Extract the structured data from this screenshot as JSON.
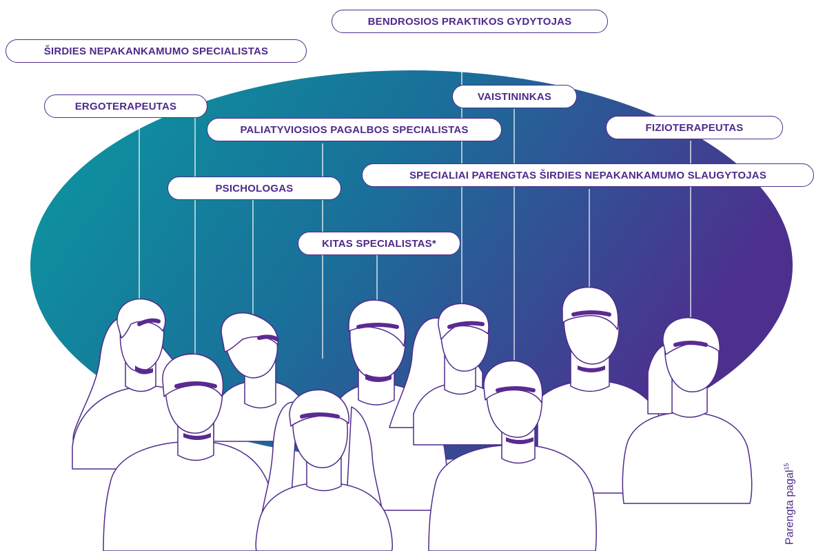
{
  "colors": {
    "gradient_start": "#0a9aa0",
    "gradient_end": "#4d2f8e",
    "line": "#ffffff",
    "outline": "#4f2a8a",
    "text": "#4f2a8a"
  },
  "labels": {
    "heart_failure_specialist": "ŠIRDIES NEPAKANKAMUMO SPECIALISTAS",
    "general_practitioner": "BENDROSIOS PRAKTIKOS GYDYTOJAS",
    "occupational_therapist": "ERGOTERAPEUTAS",
    "pharmacist": "VAISTININKAS",
    "palliative_specialist": "PALIATYVIOSIOS PAGALBOS SPECIALISTAS",
    "physiotherapist": "FIZIOTERAPEUTAS",
    "heart_failure_nurse": "SPECIALIAI PARENGTAS ŠIRDIES NEPAKANKAMUMO SLAUGYTOJAS",
    "psychologist": "PSICHOLOGAS",
    "other_specialist": "KITAS SPECIALISTAS*"
  },
  "credit": {
    "text": "Parengta pagal",
    "ref": "15"
  }
}
